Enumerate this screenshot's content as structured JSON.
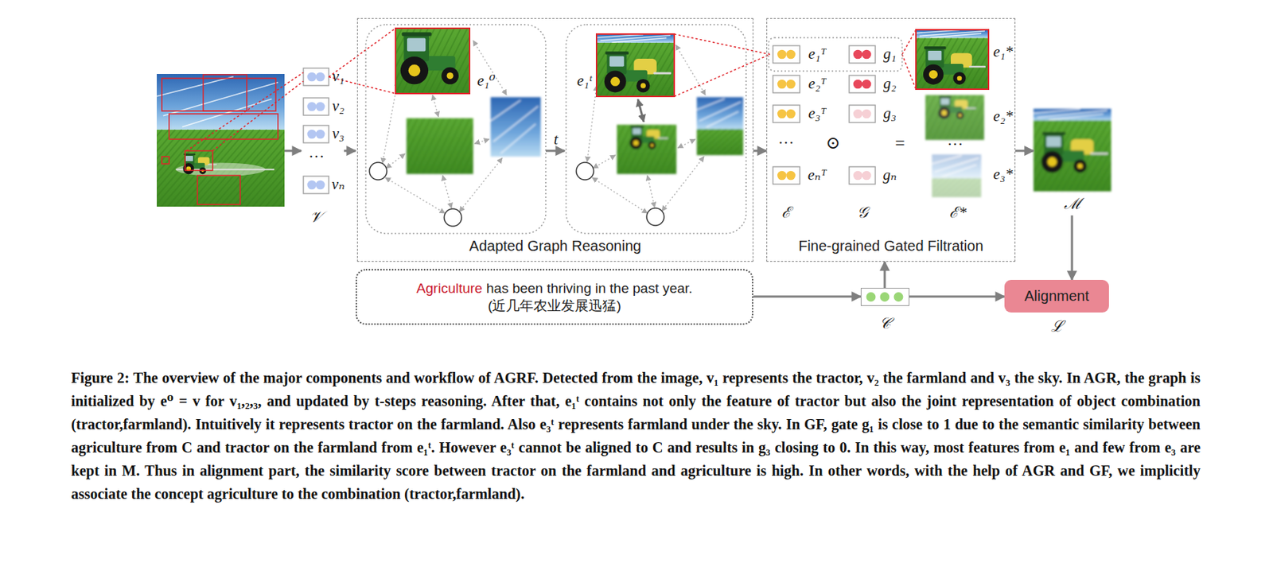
{
  "diagram": {
    "caption": "Figure 2: The overview of the major components and workflow of AGRF. Detected from the image, v₁ represents the tractor, v₂ the farmland and v₃ the sky. In AGR, the graph is initialized by e⁰ = v for v₁,₂,₃, and updated by t-steps reasoning. After that, e₁ᵗ contains not only the feature of tractor but also the joint representation of object combination (tractor,farmland). Intuitively it represents tractor on the farmland. Also e₃ᵗ represents farmland under the sky. In GF, gate g₁ is close to 1 due to the semantic similarity between agriculture from C and tractor on the farmland from e₁ᵗ. However e₃ᵗ cannot be aligned to C and results in g₃ closing to 0. In this way, most features from e₁ and few from e₃ are kept in M. Thus in alignment part, the similarity score between tractor on the farmland and agriculture is high. In other words, with the help of AGR and GF, we implicitly associate the concept agriculture to the combination (tractor,farmland).",
    "nodes": [
      {
        "text": [
          "Adapted Graph Reasoning"
        ]
      },
      {
        "text": [
          "Fine-grained Gated Filtration"
        ]
      },
      {
        "text": [
          "ℳ"
        ]
      },
      {
        "text": [
          "Agriculture",
          "has been thriving in the past year.",
          "(近几年农业发展迅猛)"
        ]
      },
      {
        "text": [
          "𝒞"
        ]
      },
      {
        "text": [
          "Alignment",
          "ℒ"
        ]
      }
    ],
    "edges": [
      {
        "from": 0,
        "to": 1,
        "arrow": "to"
      },
      {
        "from": 1,
        "to": 2,
        "arrow": "to"
      },
      {
        "from": 3,
        "to": 4,
        "arrow": "to"
      },
      {
        "from": 4,
        "to": 1,
        "arrow": "to"
      },
      {
        "from": 4,
        "to": 5,
        "arrow": "to"
      },
      {
        "from": 2,
        "to": 5,
        "arrow": "to"
      }
    ],
    "labels": [
      "v₁",
      "v₂",
      "v₃",
      "···",
      "vₙ",
      "𝒱",
      "e₁⁰",
      "t",
      "e₁ᵗ",
      "e₁ᵀ",
      "g₁",
      "e₂ᵀ",
      "g₂",
      "e₃ᵀ",
      "g₃",
      "···",
      "⊙",
      "eₙᵀ",
      "gₙ",
      "=",
      "e₁*",
      "e₂*",
      "···",
      "e₃*",
      "ℰ",
      "𝒢",
      "ℰ*"
    ]
  }
}
